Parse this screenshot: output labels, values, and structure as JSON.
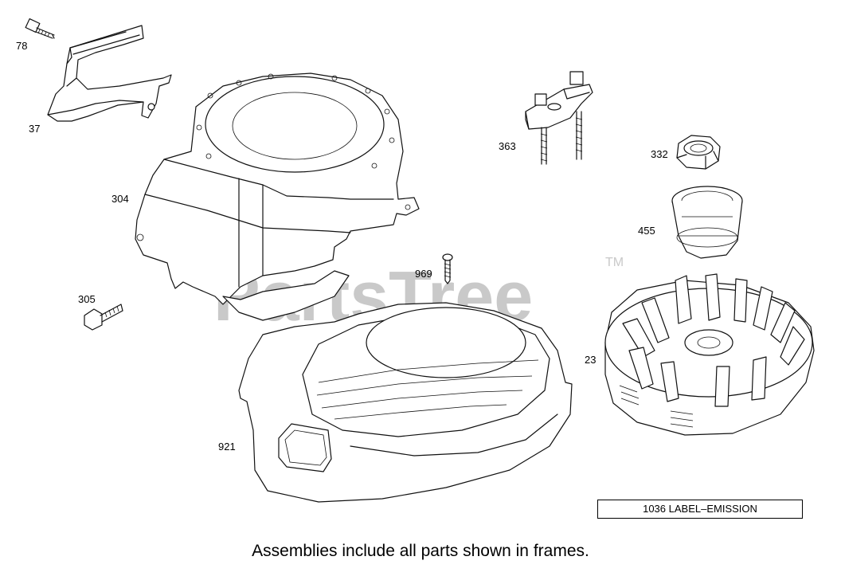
{
  "parts": [
    {
      "id": "p78",
      "number": "78"
    },
    {
      "id": "p37",
      "number": "37"
    },
    {
      "id": "p304",
      "number": "304"
    },
    {
      "id": "p305",
      "number": "305"
    },
    {
      "id": "p969",
      "number": "969"
    },
    {
      "id": "p921",
      "number": "921"
    },
    {
      "id": "p363",
      "number": "363"
    },
    {
      "id": "p332",
      "number": "332"
    },
    {
      "id": "p455",
      "number": "455"
    },
    {
      "id": "p23",
      "number": "23"
    }
  ],
  "watermark": {
    "text": "PartsTree",
    "tm": "TM"
  },
  "emission_label": "1036 LABEL–EMISSION",
  "footer_note": "Assemblies include all parts shown in frames."
}
